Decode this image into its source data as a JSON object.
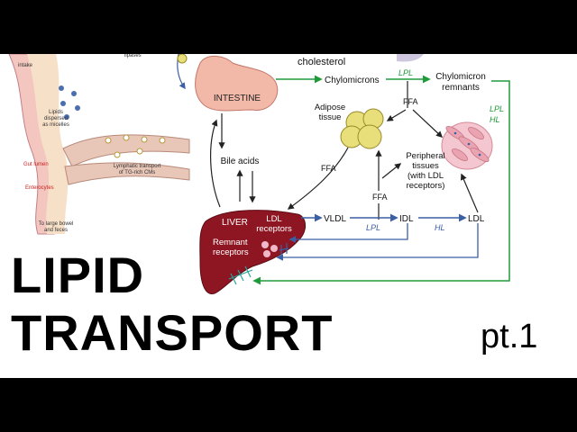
{
  "title": {
    "line1": "LIPID",
    "line2": "TRANSPORT",
    "part": "pt.1"
  },
  "inset": {
    "intake": "intake",
    "lipases": "lipases",
    "lipids": "Lipids\ndispersed\nas micelles",
    "gut_lumen": "Gut lumen",
    "enterocytes": "Enterocytes",
    "lymphatic": "Lymphatic transport\nof TG-rich CMs",
    "large_bowel": "To large bowel\nand feces"
  },
  "diagram": {
    "cholesterol": "cholesterol",
    "intestine": "INTESTINE",
    "chylomicrons": "Chylomicrons",
    "lpl_1": "LPL",
    "chylomicron_remnants": "Chylomicron\nremnants",
    "lpl_2": "LPL",
    "hl_1": "HL",
    "ffa_1": "FFA",
    "adipose": "Adipose\ntissue",
    "bile_acids": "Bile acids",
    "ffa_2": "FFA",
    "peripheral": "Peripheral\ntissues\n(with LDL\nreceptors)",
    "ffa_3": "FFA",
    "liver": "LIVER",
    "ldl_receptors": "LDL\nreceptors",
    "remnant_receptors": "Remnant\nreceptors",
    "vldl": "VLDL",
    "idl": "IDL",
    "ldl": "LDL",
    "lpl_3": "LPL",
    "hl_2": "HL"
  },
  "colors": {
    "green": "#1f9b3c",
    "blue": "#3b5fa5",
    "liver": "#8e1622",
    "intestine": "#f2b8a8",
    "adipose": "#e8df7a"
  }
}
